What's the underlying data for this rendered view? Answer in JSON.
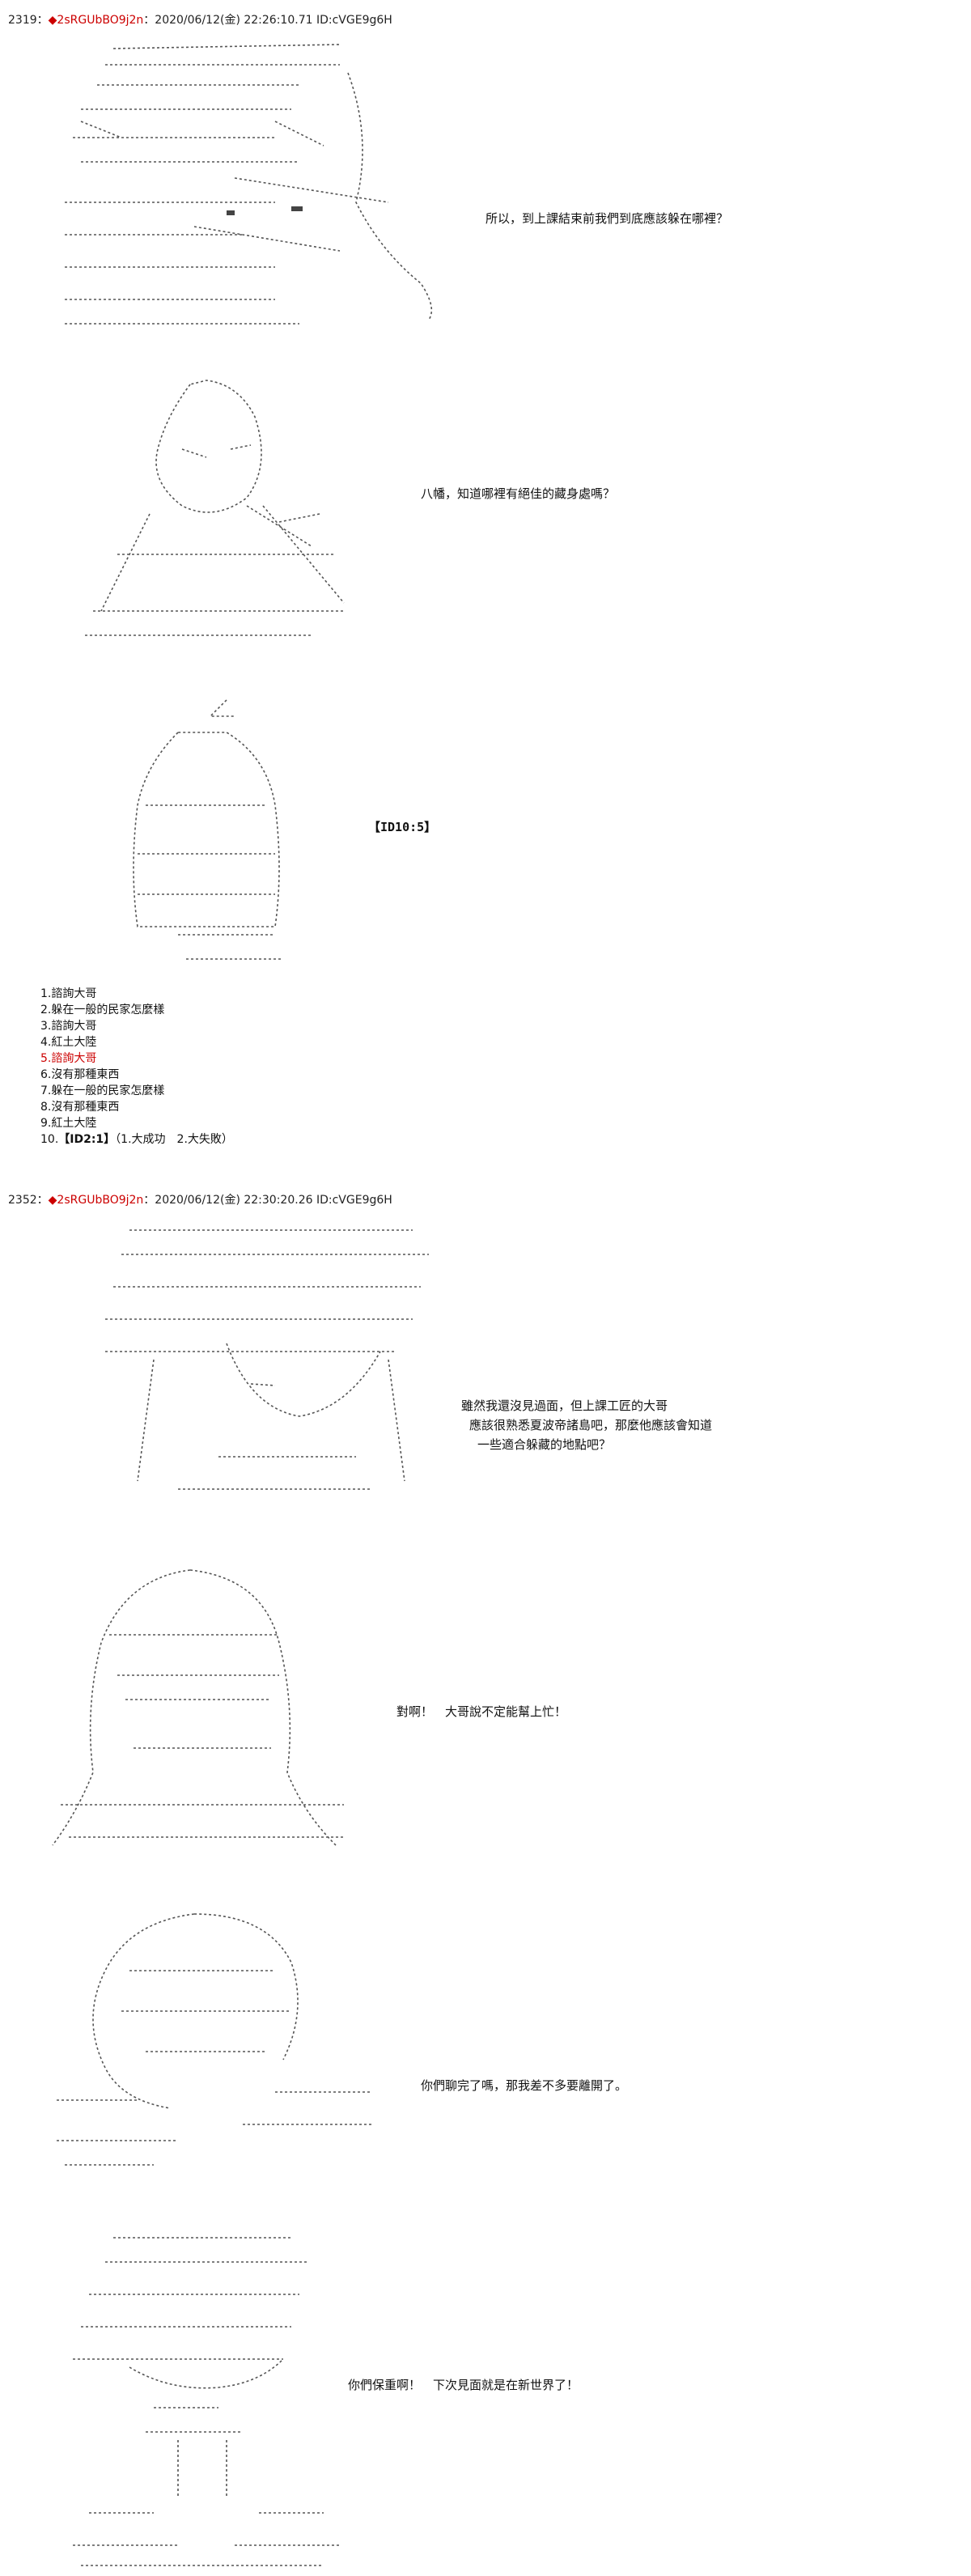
{
  "posts": [
    {
      "number": "2319",
      "trip": "2sRGUbBO9j2n",
      "datetime": "2020/06/12(金) 22:26:10.71",
      "id": "ID:cVGE9g6H"
    },
    {
      "number": "2352",
      "trip": "2sRGUbBO9j2n",
      "datetime": "2020/06/12(金) 22:30:20.26",
      "id": "ID:cVGE9g6H"
    }
  ],
  "dialogues": {
    "d1": "所以，到上課結束前我們到底應該躲在哪裡？",
    "d2": "八幡，知道哪裡有絕佳的藏身處嗎？",
    "d3": "【ID10:5】",
    "d4_line1": "雖然我還沒見過面，但上課工匠的大哥",
    "d4_line2": "應該很熟悉夏波帝諸島吧，那麼他應該會知道",
    "d4_line3": "一些適合躲藏的地點吧？",
    "d5": "對啊！　大哥說不定能幫上忙！",
    "d6": "你們聊完了嗎，那我差不多要離開了。",
    "d7": "你們保重啊！　下次見面就是在新世界了！"
  },
  "choices": [
    {
      "text": "1.諮詢大哥",
      "hit": false
    },
    {
      "text": "2.躲在一般的民家怎麼樣",
      "hit": false
    },
    {
      "text": "3.諮詢大哥",
      "hit": false
    },
    {
      "text": "4.紅土大陸",
      "hit": false
    },
    {
      "text": "5.諮詢大哥",
      "hit": true
    },
    {
      "text": "6.沒有那種東西",
      "hit": false
    },
    {
      "text": "7.躲在一般的民家怎麼樣",
      "hit": false
    },
    {
      "text": "8.沒有那種東西",
      "hit": false
    },
    {
      "text": "9.紅土大陸",
      "hit": false
    }
  ],
  "final_choice": {
    "prefix": "10.",
    "bold": "【ID2:1】",
    "suffix": "（1.大成功　2.大失敗）"
  }
}
